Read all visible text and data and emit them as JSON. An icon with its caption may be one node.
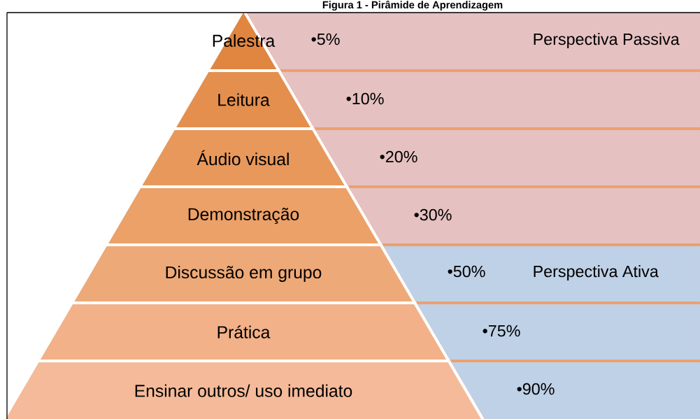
{
  "diagram": {
    "title": "Figura 1 - Pirâmide de Aprendizagem",
    "nodes": [
      {
        "text": [
          "Palestra"
        ]
      },
      {
        "text": [
          "Leitura"
        ]
      },
      {
        "text": [
          "Áudio visual"
        ]
      },
      {
        "text": [
          "Demonstração"
        ]
      },
      {
        "text": [
          "Discussão em grupo"
        ]
      },
      {
        "text": [
          "Prática"
        ]
      },
      {
        "text": [
          "Ensinar outros/ uso imediato"
        ]
      },
      {
        "text": [
          "•5%",
          "Perspectiva Passiva"
        ]
      },
      {
        "text": [
          "•10%"
        ]
      },
      {
        "text": [
          "•20%"
        ]
      },
      {
        "text": [
          "•30%"
        ]
      },
      {
        "text": [
          "•50%",
          "Perspectiva Ativa"
        ]
      },
      {
        "text": [
          "•75%"
        ]
      },
      {
        "text": [
          "•90%"
        ]
      }
    ]
  }
}
